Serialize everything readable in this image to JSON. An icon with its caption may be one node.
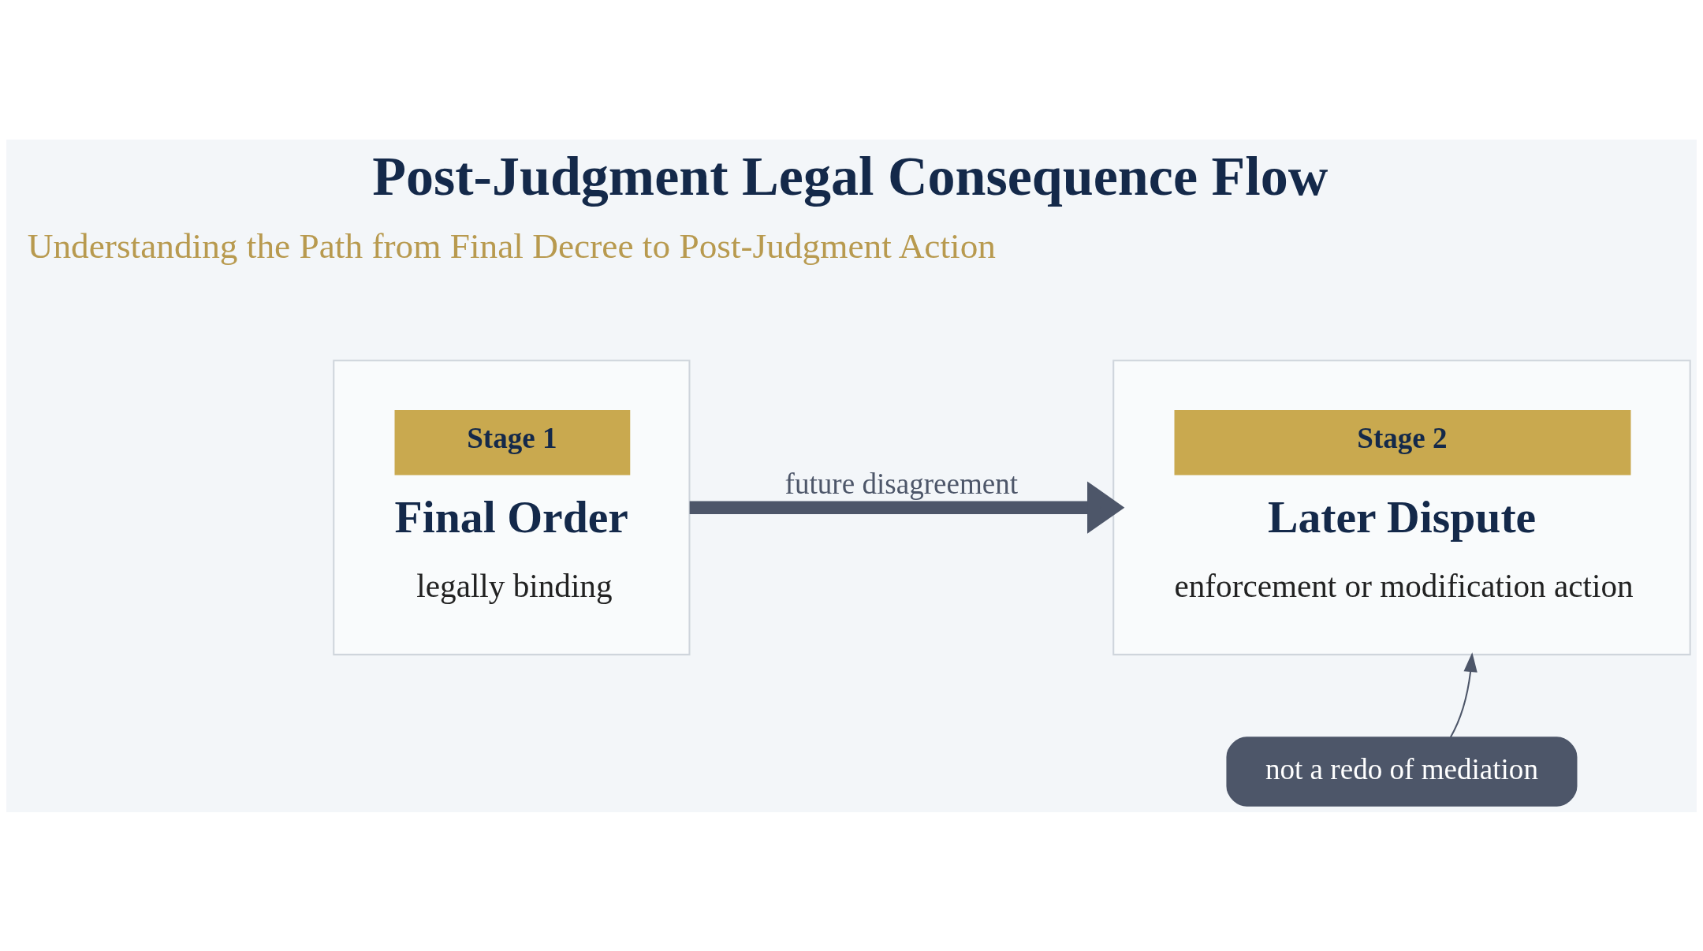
{
  "diagram": {
    "title": "Post-Judgment Legal Consequence Flow",
    "nodes": [
      {
        "text": [
          "Stage 1",
          "Final Order",
          "legally binding"
        ]
      },
      {
        "text": [
          "Stage 2",
          "Later Dispute",
          "enforcement or modification action"
        ]
      },
      {
        "text": [
          "not a redo of mediation"
        ]
      }
    ],
    "edges": [
      {
        "from": 0,
        "to": 1,
        "arrow": "to",
        "label": "future disagreement",
        "style": "thick"
      },
      {
        "from": 2,
        "to": 1,
        "arrow": "to"
      }
    ],
    "labels": [
      "Understanding the Path from Final Decree to Post-Judgment Action"
    ]
  }
}
